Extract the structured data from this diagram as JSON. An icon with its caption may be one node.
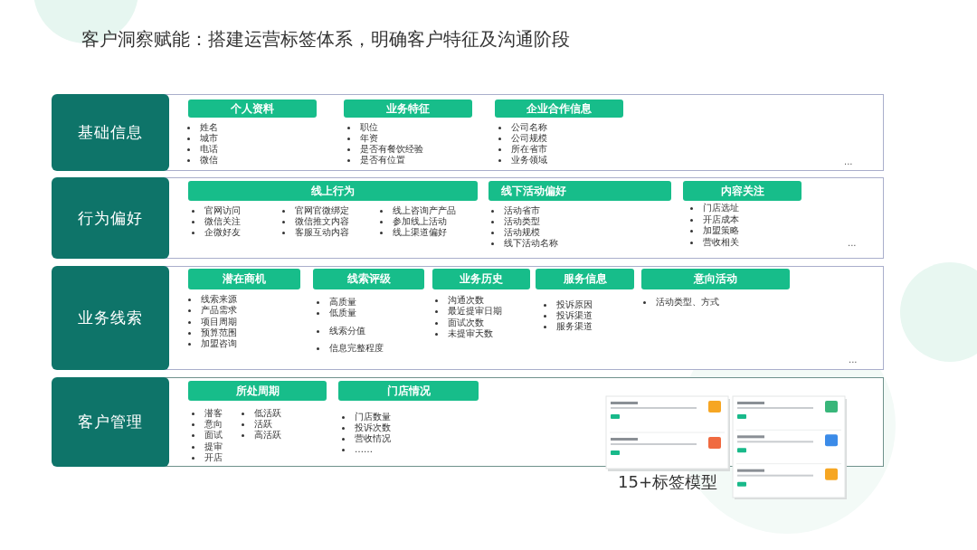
{
  "diagram": {
    "title": "客户洞察赋能：搭建运营标签体系，明确客户特征及沟通阶段",
    "nodes": [
      {
        "text": [
          "基础信息"
        ]
      },
      {
        "text": [
          "个人资料"
        ],
        "beside": [
          "姓名",
          "城市",
          "电话",
          "微信"
        ]
      },
      {
        "text": [
          "业务特征"
        ],
        "beside": [
          "职位",
          "年资",
          "是否有餐饮经验",
          "是否有位置"
        ]
      },
      {
        "text": [
          "企业合作信息"
        ],
        "beside": [
          "公司名称",
          "公司规模",
          "所在省市",
          "业务领域"
        ]
      },
      {
        "text": [
          "行为偏好"
        ]
      },
      {
        "text": [
          "线上行为"
        ],
        "beside": [
          "官网访问",
          "微信关注",
          "企微好友",
          "官网官微绑定",
          "微信推文内容",
          "客服互动内容",
          "线上咨询产产品",
          "参加线上活动",
          "线上渠道偏好"
        ]
      },
      {
        "text": [
          "线下活动偏好"
        ],
        "beside": [
          "活动省市",
          "活动类型",
          "活动规模",
          "线下活动名称"
        ]
      },
      {
        "text": [
          "内容关注"
        ],
        "beside": [
          "门店选址",
          "开店成本",
          "加盟策略",
          "营收相关"
        ]
      },
      {
        "text": [
          "业务线索"
        ]
      },
      {
        "text": [
          "潜在商机"
        ],
        "beside": [
          "线索来源",
          "产品需求",
          "项目周期",
          "预算范围",
          "加盟咨询"
        ]
      },
      {
        "text": [
          "线索评级"
        ],
        "beside": [
          "高质量",
          "低质量",
          "线索分值",
          "信息完整程度"
        ]
      },
      {
        "text": [
          "业务历史"
        ],
        "beside": [
          "沟通次数",
          "最近提审日期",
          "面试次数",
          "未提审天数"
        ]
      },
      {
        "text": [
          "服务信息"
        ],
        "beside": [
          "投诉原因",
          "投诉渠道",
          "服务渠道"
        ]
      },
      {
        "text": [
          "意向活动"
        ],
        "beside": [
          "活动类型、方式"
        ]
      },
      {
        "text": [
          "客户管理"
        ]
      },
      {
        "text": [
          "所处周期"
        ],
        "beside": [
          "潜客",
          "意向",
          "面试",
          "提审",
          "开店",
          "低活跃",
          "活跃",
          "高活跃"
        ]
      },
      {
        "text": [
          "门店情况"
        ],
        "beside": [
          "门店数量",
          "投诉次数",
          "营收情况",
          "……"
        ]
      },
      {
        "text": [],
        "shape": "picture"
      }
    ],
    "labels": [
      "...",
      "...",
      "...",
      "15+标签模型"
    ]
  }
}
